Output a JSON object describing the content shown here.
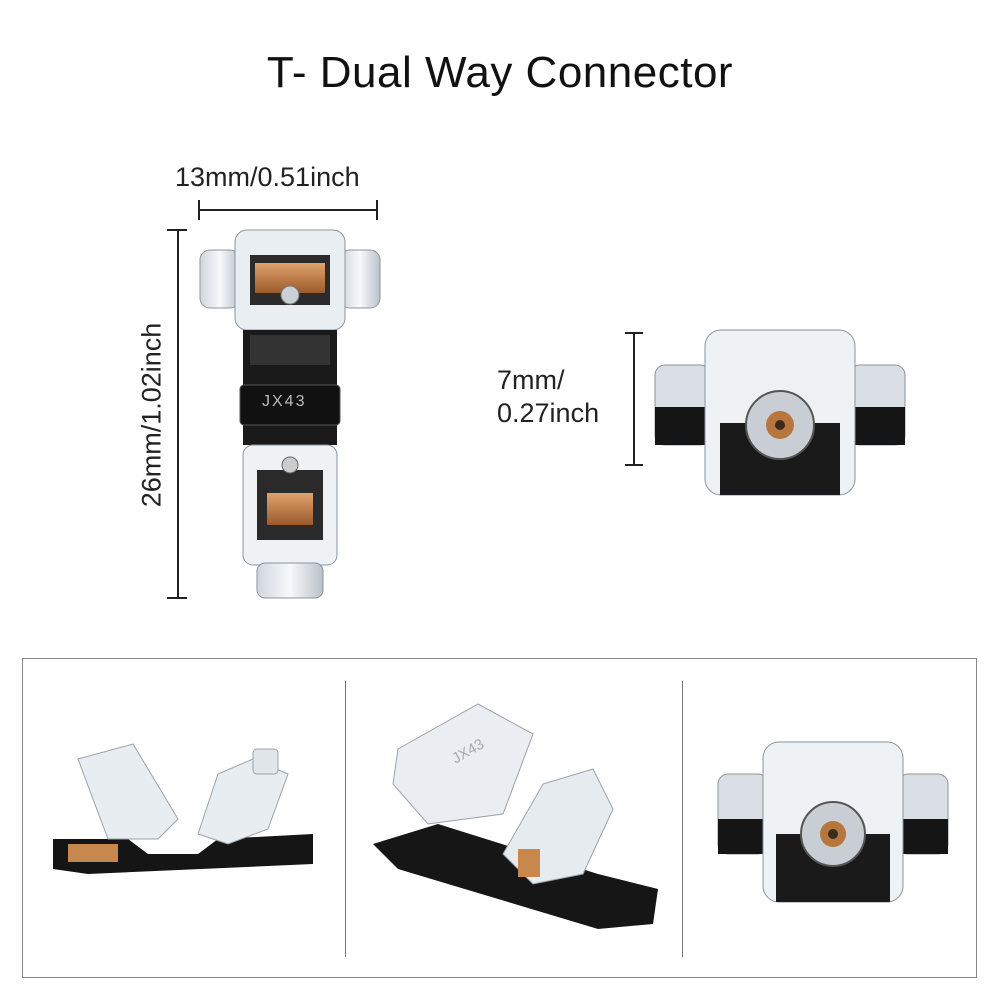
{
  "title": "T- Dual Way Connector",
  "dimensions": {
    "width": "13mm/0.51inch",
    "height": "26mm/1.02inch",
    "depth_line1": "7mm/",
    "depth_line2": "0.27inch"
  },
  "product_markings": {
    "top_view": "JX43",
    "angled_view": "JX43"
  }
}
